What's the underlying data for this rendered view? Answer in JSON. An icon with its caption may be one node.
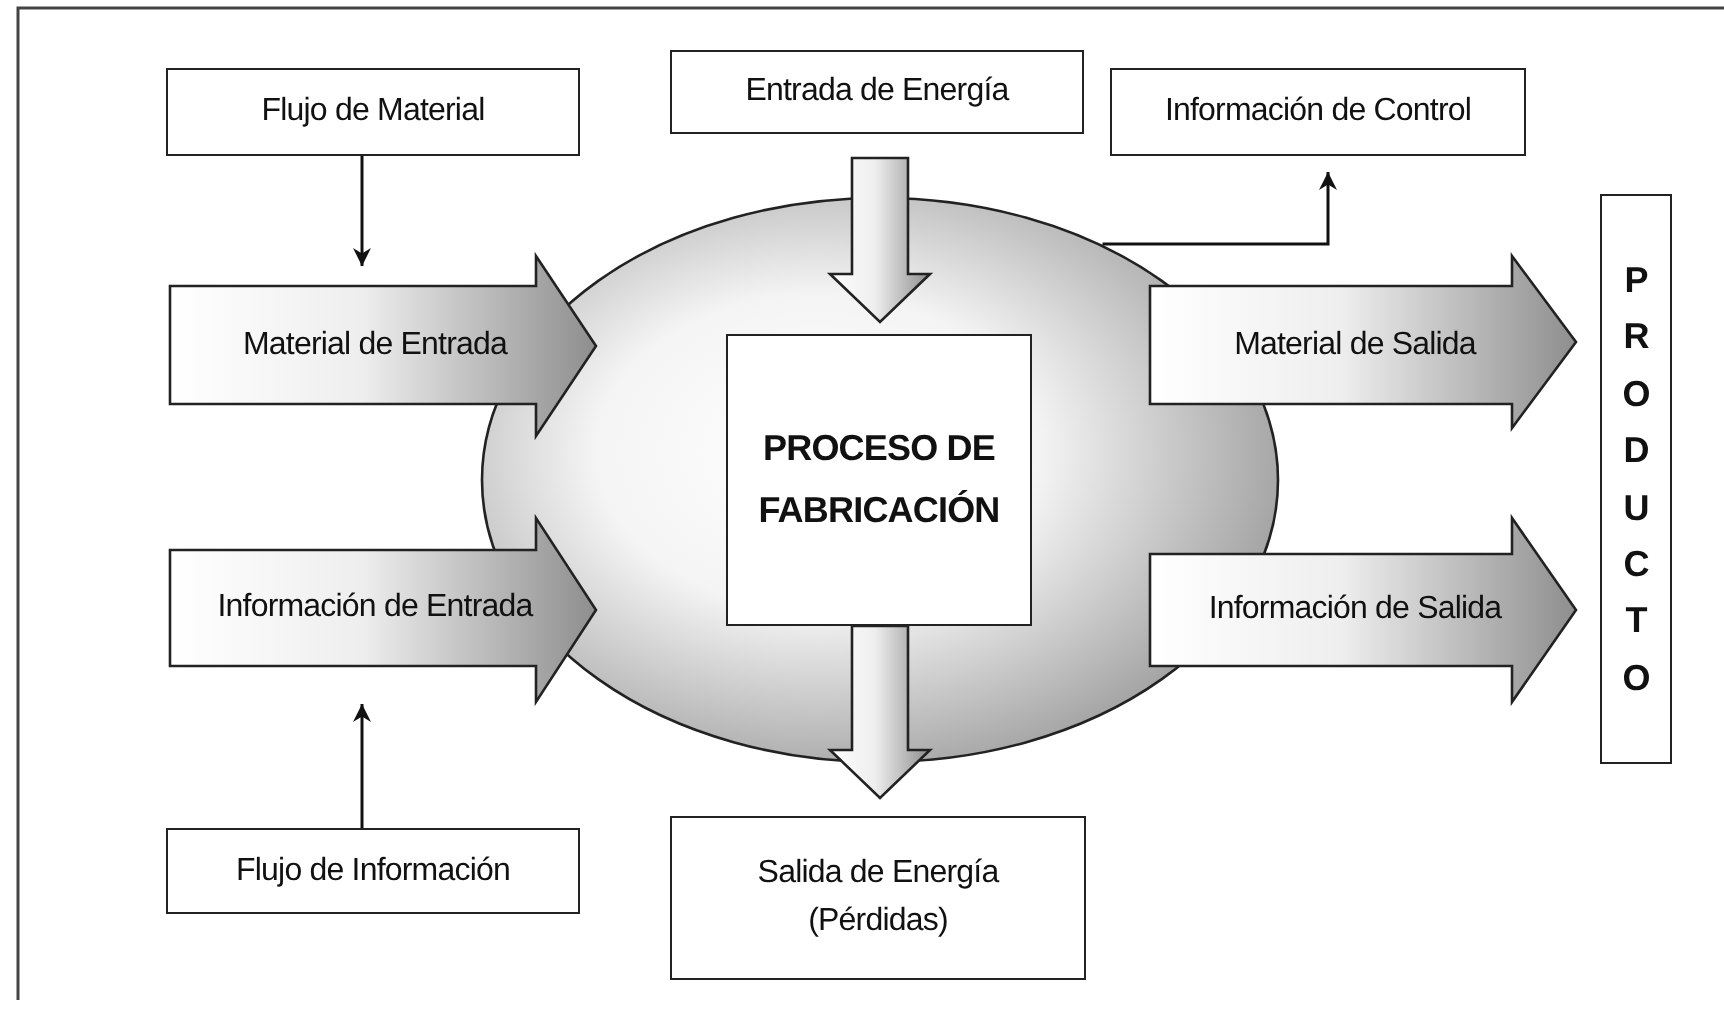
{
  "diagram": {
    "nodes": [
      {
        "text": [
          "Flujo de Material"
        ]
      },
      {
        "text": [
          "Entrada de Energía"
        ]
      },
      {
        "text": [
          "Información de Control"
        ]
      },
      {
        "text": [
          "Material de Entrada"
        ]
      },
      {
        "text": [
          "Información de Entrada"
        ]
      },
      {
        "text": [],
        "shape": "ellipse"
      },
      {
        "text": [
          "PROCESO DE FABRICACIÓN"
        ],
        "in": 5
      },
      {
        "text": [
          "Material de Salida"
        ]
      },
      {
        "text": [
          "Información de Salida"
        ]
      },
      {
        "text": [
          "PRODUCTO"
        ]
      },
      {
        "text": [
          "Flujo de Información"
        ]
      },
      {
        "text": [
          "Salida de Energía (Pérdidas)"
        ]
      }
    ],
    "edges": [
      {
        "from": 0,
        "to": 3,
        "arrow": "to"
      },
      {
        "from": 10,
        "to": 4,
        "arrow": "to"
      },
      {
        "from": 1,
        "to": 6,
        "arrow": "to",
        "style": "thick"
      },
      {
        "from": 6,
        "to": 11,
        "arrow": "to",
        "style": "thick"
      },
      {
        "from": 5,
        "to": 2,
        "arrow": "to"
      }
    ]
  }
}
